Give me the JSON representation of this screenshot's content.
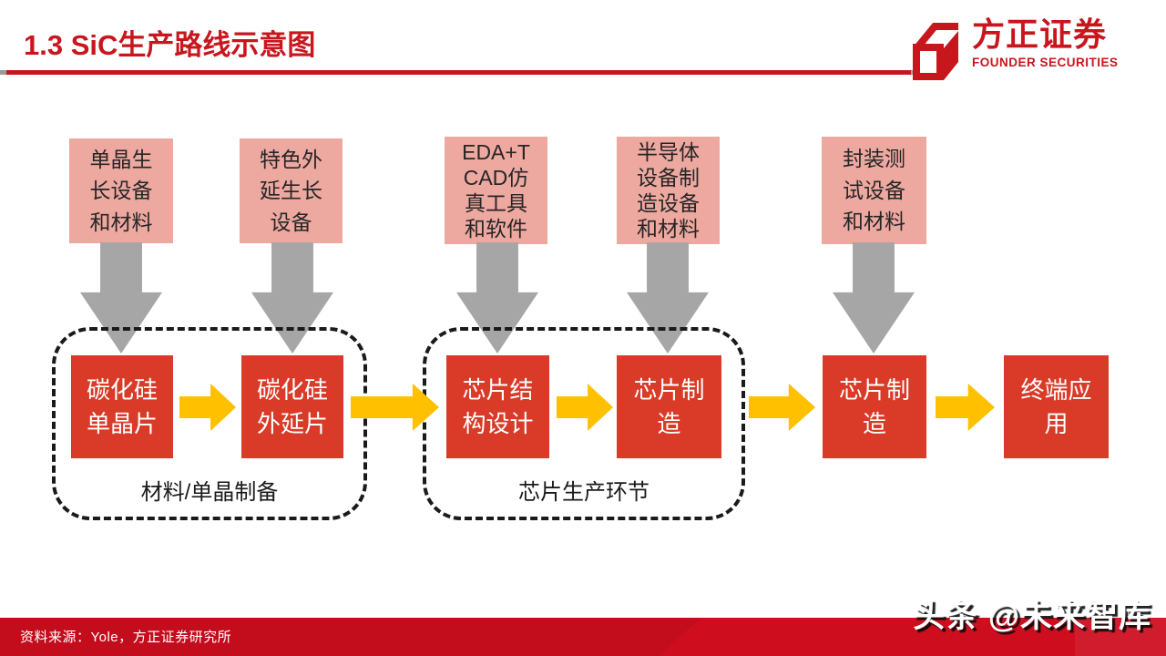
{
  "header": {
    "title": "1.3 SiC生产路线示意图",
    "logo_name": "方正证券",
    "logo_subtitle": "FOUNDER SECURITIES"
  },
  "diagram": {
    "supply_boxes": [
      {
        "text": "单晶生\n长设备\n和材料"
      },
      {
        "text": "特色外\n延生长\n设备"
      },
      {
        "text": "EDA+T\nCAD仿\n真工具\n和软件"
      },
      {
        "text": "半导体\n设备制\n造设备\n和材料"
      },
      {
        "text": "封装测\n试设备\n和材料"
      }
    ],
    "flow_boxes": [
      {
        "text": "碳化硅\n单晶片"
      },
      {
        "text": "碳化硅\n外延片"
      },
      {
        "text": "芯片结\n构设计"
      },
      {
        "text": "芯片制\n造"
      },
      {
        "text": "芯片制\n造"
      },
      {
        "text": "终端应\n用"
      }
    ],
    "groups": [
      {
        "label": "材料/单晶制备"
      },
      {
        "label": "芯片生产环节"
      }
    ]
  },
  "footer": {
    "source": "资料来源：Yole，方正证券研究所",
    "watermark": "头条 @未来智库"
  },
  "colors": {
    "brand_red": "#C8161D",
    "flow_box_red": "#D93B28",
    "supply_box_pink": "#EDA8A0",
    "arrow_gray": "#A6A6A6",
    "arrow_yellow": "#FFC000",
    "footer_bar_red": "#CE0E1F"
  }
}
